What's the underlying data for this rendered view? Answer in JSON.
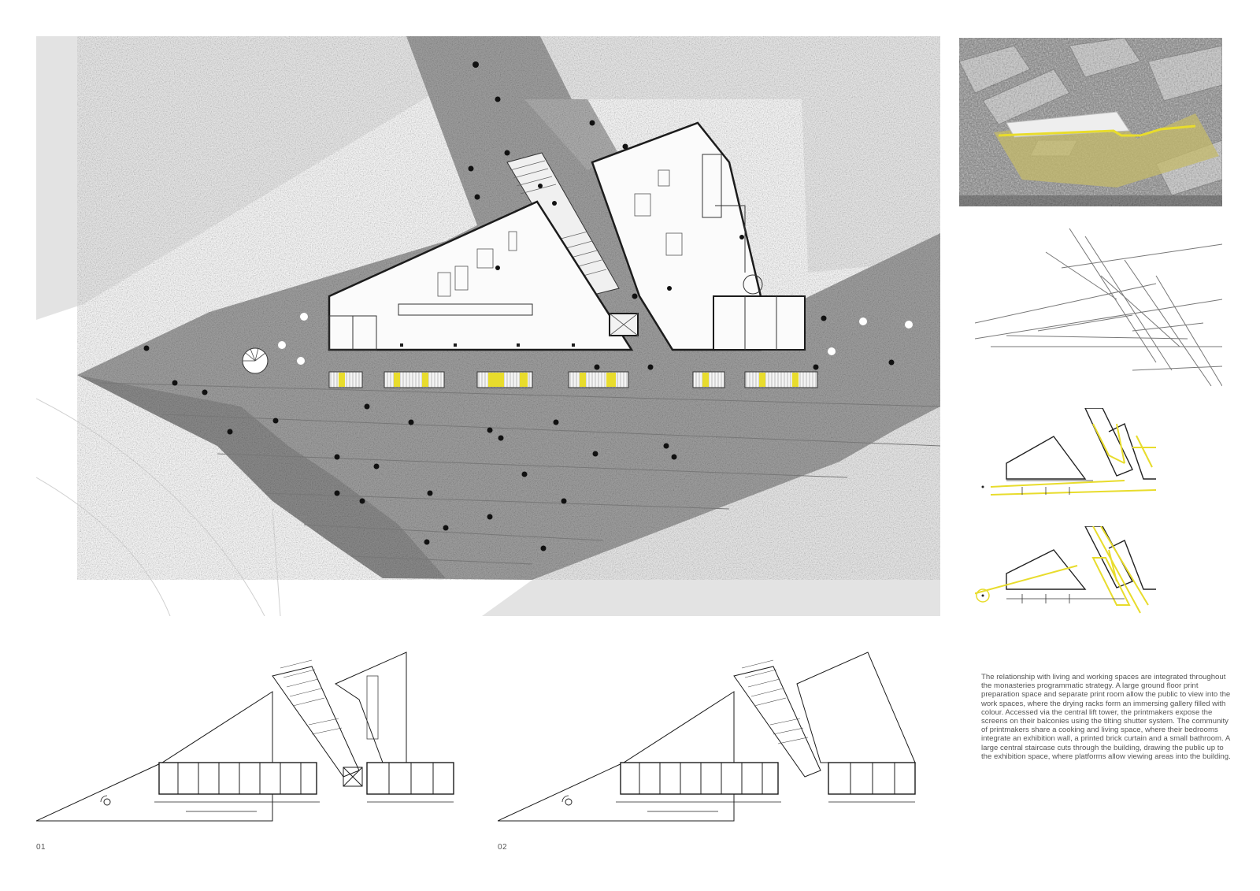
{
  "board": {
    "description": "The relationship with living and working spaces are integrated throughout the monasteries programmatic strategy. A large ground floor print preparation space and separate print room allow the public to view into the work spaces, where the drying racks form an immersing gallery filled with colour. Accessed via the central lift tower, the printmakers expose the screens on their balconies using the tilting shutter system. The community of printmakers share a cooking and living space, where their bedrooms integrate an exhibition wall, a printed brick curtain and a small bathroom. A large central staircase cuts through the building, drawing the public up to the exhibition space, where platforms allow viewing areas into the building.",
    "plan_labels": [
      "01",
      "02"
    ]
  },
  "colors": {
    "accent_yellow": "#e8dc2c",
    "ground_grey": "#9a9a9a",
    "context_building_grey": "#e3e3e3",
    "line_dark": "#1c1c1c"
  }
}
